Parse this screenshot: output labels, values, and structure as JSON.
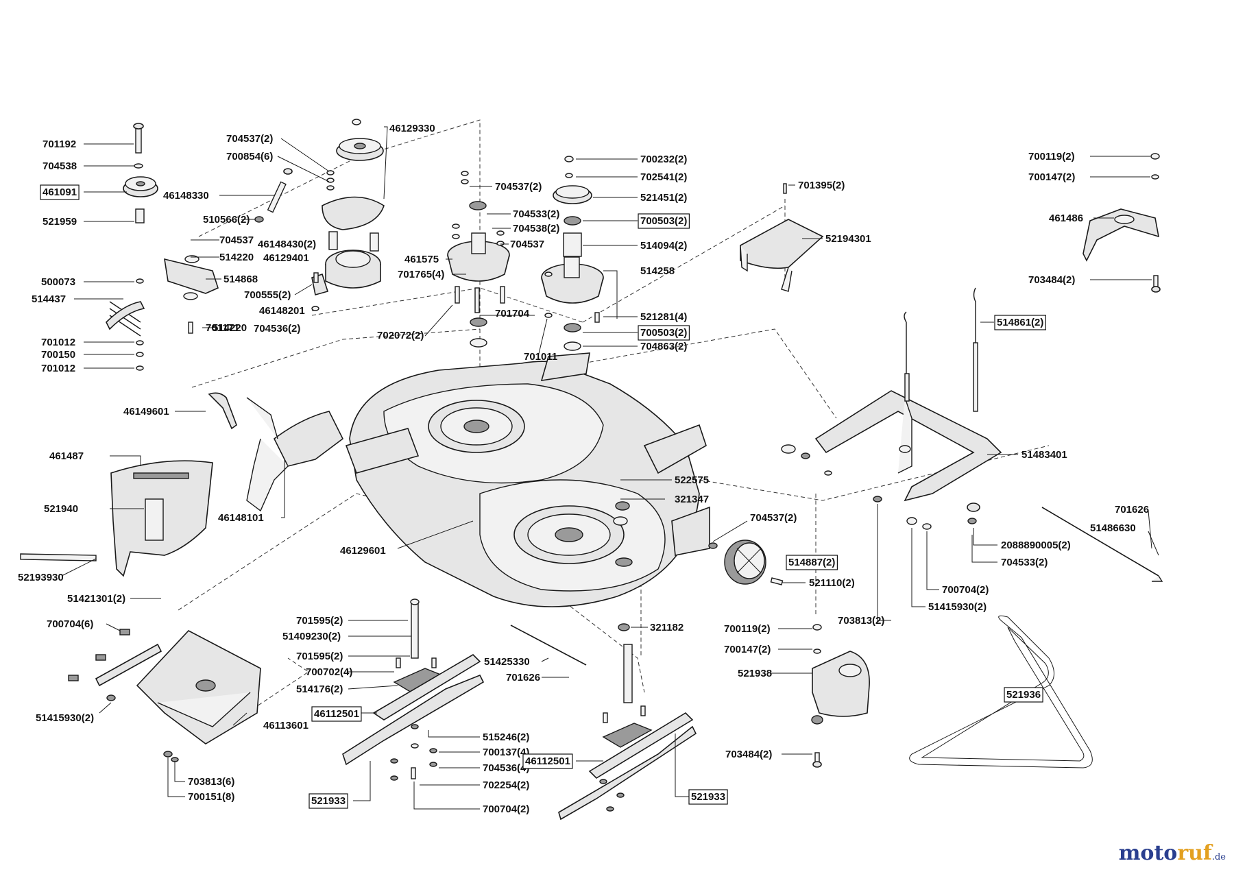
{
  "brand": {
    "name_a": "moto",
    "name_b": "ruf",
    "suffix": ".de"
  },
  "labels": [
    {
      "id": "l1",
      "text": "701192"
    },
    {
      "id": "l2",
      "text": "704538"
    },
    {
      "id": "l3",
      "text": "461091",
      "boxed": true
    },
    {
      "id": "l4",
      "text": "521959"
    },
    {
      "id": "l5",
      "text": "46148330"
    },
    {
      "id": "l6",
      "text": "704537(2)"
    },
    {
      "id": "l7",
      "text": "700854(6)"
    },
    {
      "id": "l8",
      "text": "46129330"
    },
    {
      "id": "l9",
      "text": "510566(2)"
    },
    {
      "id": "l10",
      "text": "704537"
    },
    {
      "id": "l11",
      "text": "46148430(2)"
    },
    {
      "id": "l12",
      "text": "514220"
    },
    {
      "id": "l13",
      "text": "46129401"
    },
    {
      "id": "l14",
      "text": "500073"
    },
    {
      "id": "l15",
      "text": "514868"
    },
    {
      "id": "l16",
      "text": "514437"
    },
    {
      "id": "l17",
      "text": "700555(2)"
    },
    {
      "id": "l18",
      "text": "46148201"
    },
    {
      "id": "l19",
      "text": "514220"
    },
    {
      "id": "l20",
      "text": "701171"
    },
    {
      "id": "l21",
      "text": "704536(2)"
    },
    {
      "id": "l22",
      "text": "701012"
    },
    {
      "id": "l23",
      "text": "700150"
    },
    {
      "id": "l24",
      "text": "701012"
    },
    {
      "id": "l25",
      "text": "704537(2)"
    },
    {
      "id": "l26",
      "text": "704533(2)"
    },
    {
      "id": "l27",
      "text": "704538(2)"
    },
    {
      "id": "l28",
      "text": "704537"
    },
    {
      "id": "l29",
      "text": "461575"
    },
    {
      "id": "l30",
      "text": "701765(4)"
    },
    {
      "id": "l31",
      "text": "702072(2)"
    },
    {
      "id": "l32",
      "text": "701704"
    },
    {
      "id": "l33",
      "text": "701011"
    },
    {
      "id": "l34",
      "text": "700232(2)"
    },
    {
      "id": "l35",
      "text": "702541(2)"
    },
    {
      "id": "l36",
      "text": "521451(2)"
    },
    {
      "id": "l37",
      "text": "700503(2)",
      "boxed": true
    },
    {
      "id": "l38",
      "text": "514094(2)"
    },
    {
      "id": "l39",
      "text": "514258"
    },
    {
      "id": "l40",
      "text": "521281(4)"
    },
    {
      "id": "l41",
      "text": "700503(2)",
      "boxed": true
    },
    {
      "id": "l42",
      "text": "704863(2)"
    },
    {
      "id": "l43",
      "text": "701395(2)"
    },
    {
      "id": "l44",
      "text": "52194301"
    },
    {
      "id": "l45",
      "text": "700119(2)"
    },
    {
      "id": "l46",
      "text": "700147(2)"
    },
    {
      "id": "l47",
      "text": "461486"
    },
    {
      "id": "l48",
      "text": "703484(2)"
    },
    {
      "id": "l49",
      "text": "514861(2)",
      "boxed": true
    },
    {
      "id": "l50",
      "text": "46149601"
    },
    {
      "id": "l51",
      "text": "461487"
    },
    {
      "id": "l52",
      "text": "521940"
    },
    {
      "id": "l53",
      "text": "52193930"
    },
    {
      "id": "l54",
      "text": "46148101"
    },
    {
      "id": "l55",
      "text": "46129601"
    },
    {
      "id": "l56",
      "text": "522575"
    },
    {
      "id": "l57",
      "text": "321347"
    },
    {
      "id": "l58",
      "text": "51483401"
    },
    {
      "id": "l59",
      "text": "704537(2)"
    },
    {
      "id": "l60",
      "text": "514887(2)",
      "boxed": true
    },
    {
      "id": "l61",
      "text": "521110(2)"
    },
    {
      "id": "l62",
      "text": "701626"
    },
    {
      "id": "l63",
      "text": "51486630"
    },
    {
      "id": "l64",
      "text": "2088890005(2)"
    },
    {
      "id": "l65",
      "text": "704533(2)"
    },
    {
      "id": "l66",
      "text": "700704(2)"
    },
    {
      "id": "l67",
      "text": "51415930(2)"
    },
    {
      "id": "l68",
      "text": "703813(2)"
    },
    {
      "id": "l69",
      "text": "51421301(2)"
    },
    {
      "id": "l70",
      "text": "700704(6)"
    },
    {
      "id": "l71",
      "text": "51415930(2)"
    },
    {
      "id": "l72",
      "text": "46113601"
    },
    {
      "id": "l73",
      "text": "703813(6)"
    },
    {
      "id": "l74",
      "text": "700151(8)"
    },
    {
      "id": "l75",
      "text": "701595(2)"
    },
    {
      "id": "l76",
      "text": "51409230(2)"
    },
    {
      "id": "l77",
      "text": "701595(2)"
    },
    {
      "id": "l78",
      "text": "700702(4)"
    },
    {
      "id": "l79",
      "text": "514176(2)"
    },
    {
      "id": "l80",
      "text": "46112501",
      "boxed": true
    },
    {
      "id": "l81",
      "text": "521933",
      "boxed": true
    },
    {
      "id": "l82",
      "text": "51425330"
    },
    {
      "id": "l83",
      "text": "701626"
    },
    {
      "id": "l84",
      "text": "515246(2)"
    },
    {
      "id": "l85",
      "text": "700137(4)"
    },
    {
      "id": "l86",
      "text": "704536(4)"
    },
    {
      "id": "l87",
      "text": "702254(2)"
    },
    {
      "id": "l88",
      "text": "700704(2)"
    },
    {
      "id": "l89",
      "text": "46112501",
      "boxed": true
    },
    {
      "id": "l90",
      "text": "521933",
      "boxed": true
    },
    {
      "id": "l91",
      "text": "321182"
    },
    {
      "id": "l92",
      "text": "700119(2)"
    },
    {
      "id": "l93",
      "text": "700147(2)"
    },
    {
      "id": "l94",
      "text": "521938"
    },
    {
      "id": "l95",
      "text": "703484(2)"
    },
    {
      "id": "l96",
      "text": "521936",
      "boxed": true
    }
  ]
}
